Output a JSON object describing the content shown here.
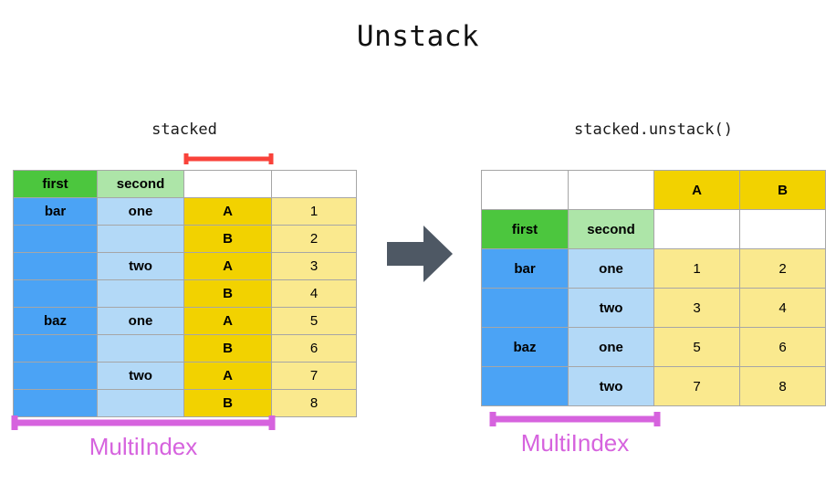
{
  "page": {
    "title": "Unstack",
    "background": "#ffffff"
  },
  "colors": {
    "level1_header": "#4CC63E",
    "level2_header": "#ADE5A8",
    "level1_value": "#4BA3F5",
    "level2_value": "#B3D9F7",
    "level3_value": "#F2D200",
    "data_cell": "#FAE98E",
    "arrow": "#4E5864",
    "red_bracket": "#F9423A",
    "multiindex_bracket": "#D663DE",
    "grid_line": "#a6a6a6"
  },
  "left_panel": {
    "caption": "stacked",
    "red_bracket_label": "",
    "multiindex_label": "MultiIndex",
    "header_row": [
      "first",
      "second",
      "",
      ""
    ],
    "rows": [
      {
        "first": "bar",
        "second": "one",
        "third": "A",
        "value": "1"
      },
      {
        "first": "",
        "second": "",
        "third": "B",
        "value": "2"
      },
      {
        "first": "",
        "second": "two",
        "third": "A",
        "value": "3"
      },
      {
        "first": "",
        "second": "",
        "third": "B",
        "value": "4"
      },
      {
        "first": "baz",
        "second": "one",
        "third": "A",
        "value": "5"
      },
      {
        "first": "",
        "second": "",
        "third": "B",
        "value": "6"
      },
      {
        "first": "",
        "second": "two",
        "third": "A",
        "value": "7"
      },
      {
        "first": "",
        "second": "",
        "third": "B",
        "value": "8"
      }
    ]
  },
  "right_panel": {
    "caption": "stacked.unstack()",
    "multiindex_label": "MultiIndex",
    "column_header_row": [
      "",
      "",
      "A",
      "B"
    ],
    "index_name_row": [
      "first",
      "second",
      "",
      ""
    ],
    "rows": [
      {
        "first": "bar",
        "second": "one",
        "A": "1",
        "B": "2"
      },
      {
        "first": "",
        "second": "two",
        "A": "3",
        "B": "4"
      },
      {
        "first": "baz",
        "second": "one",
        "A": "5",
        "B": "6"
      },
      {
        "first": "",
        "second": "two",
        "A": "7",
        "B": "8"
      }
    ]
  },
  "arrow": {
    "icon": "right-arrow-icon",
    "direction": "right"
  }
}
